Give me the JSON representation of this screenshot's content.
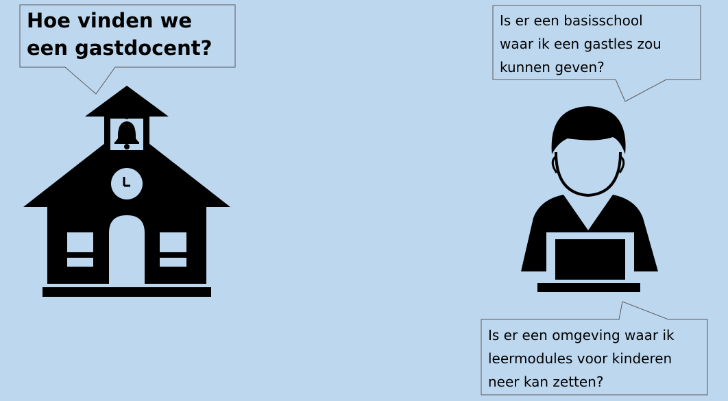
{
  "school_bubble": {
    "lines": [
      "Hoe vinden we",
      "een gastdocent?"
    ]
  },
  "teacher_bubble_top": {
    "lines": [
      "Is er een basisschool",
      "waar ik een gastles zou",
      "kunnen geven?"
    ]
  },
  "teacher_bubble_bottom": {
    "lines": [
      "Is er een omgeving waar ik",
      "leermodules voor kinderen",
      "neer kan zetten?"
    ]
  },
  "icons": {
    "school": "school-building-icon",
    "bell": "bell-icon",
    "clock": "clock-icon",
    "person": "person-at-laptop-icon",
    "laptop": "laptop-icon"
  },
  "colors": {
    "background": "#bdd7ee",
    "icon_fill": "#000000",
    "bubble_stroke": "#5a5a5a"
  }
}
